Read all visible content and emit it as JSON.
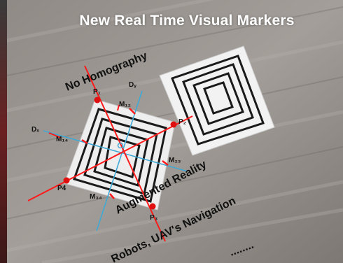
{
  "title": "New Real Time Visual Markers",
  "captions": {
    "no_homography": "No Homography",
    "augmented_reality": "Augmented Reality",
    "robots_uav": "Robots, UAV's Navigation",
    "ellipsis": "........"
  },
  "labels": {
    "p1": "P₁",
    "p2": "P₂",
    "p3": "P₃",
    "p4": "P4",
    "dx": "Dₓ",
    "dy": "Dᵧ",
    "m12": "M₁₂",
    "m14": "M₁₄",
    "m23": "M₂₃",
    "m34": "M₃₄"
  },
  "colors": {
    "line_red": "#ff1a1a",
    "line_blue": "#3fa9d6",
    "point_red": "#e01010"
  }
}
